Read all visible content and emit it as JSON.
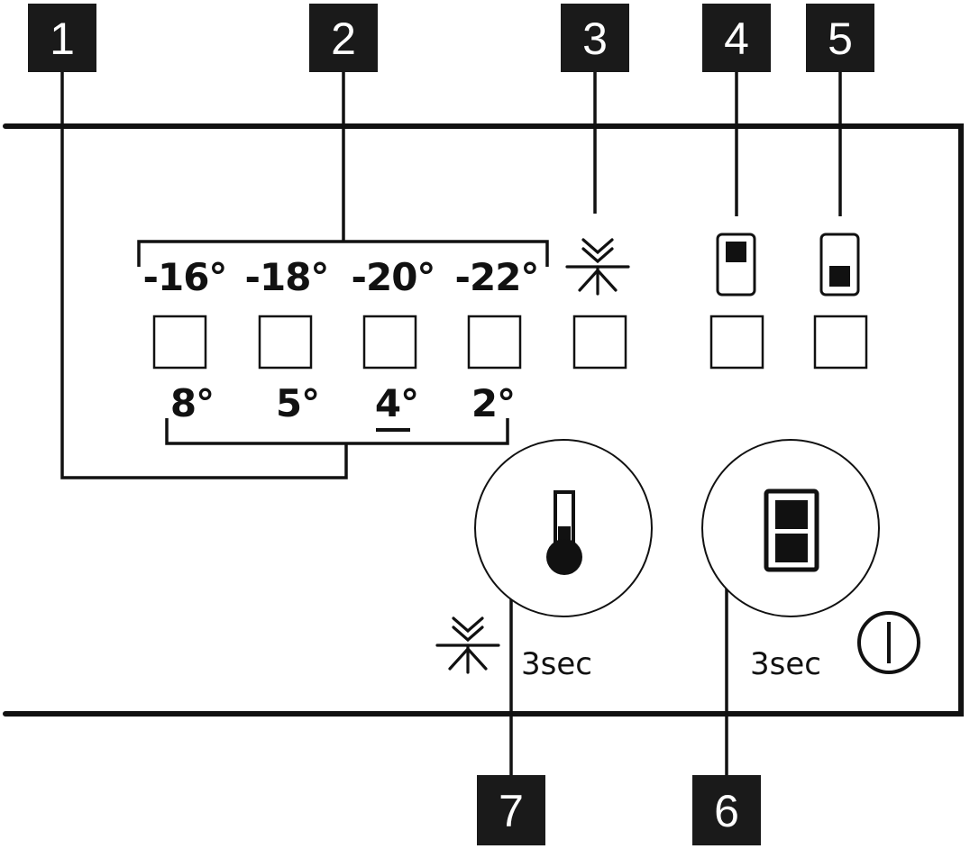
{
  "callouts": {
    "c1": "1",
    "c2": "2",
    "c3": "3",
    "c4": "4",
    "c5": "5",
    "c6": "6",
    "c7": "7"
  },
  "freezer_temps": [
    "-16°",
    "-18°",
    "-20°",
    "-22°"
  ],
  "fridge_temps": [
    "8°",
    "5°",
    "4°",
    "2°"
  ],
  "fridge_default_index": 2,
  "temp_button": {
    "icon": "thermometer-icon",
    "hold_label": "3sec",
    "hold_icon": "snowflake-icon"
  },
  "mode_button": {
    "icon": "fridge-freezer-icon",
    "hold_label": "3sec",
    "hold_icon": "power-icon"
  },
  "indicators": {
    "super_freeze_icon": "snowflake-icon",
    "fridge_compartment_icon": "fridge-top-compartment-icon",
    "freezer_compartment_icon": "freezer-bottom-compartment-icon"
  },
  "colors": {
    "ink": "#111111",
    "callout_bg": "#1a1a1a",
    "callout_text": "#ffffff"
  }
}
